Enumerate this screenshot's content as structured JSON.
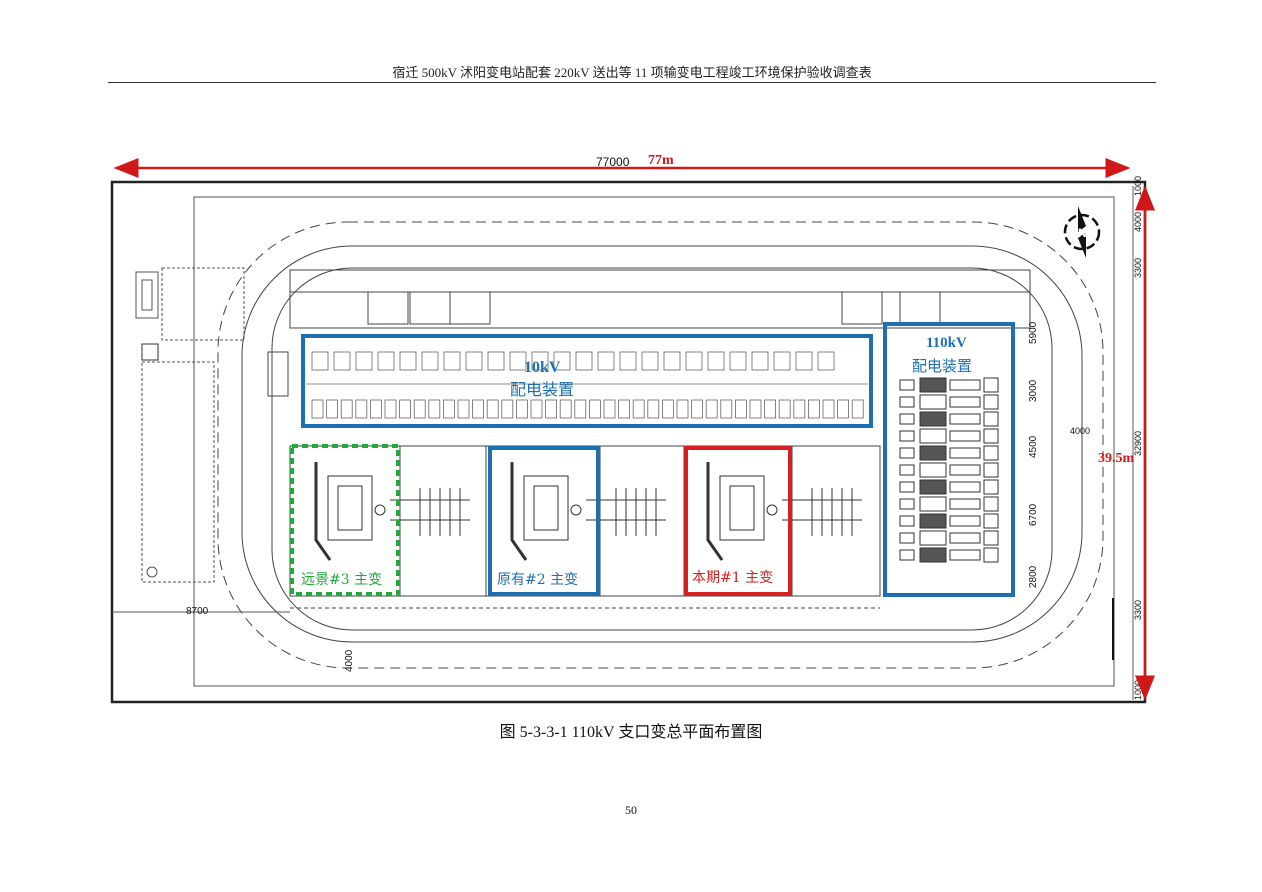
{
  "header": {
    "title": "宿迁 500kV 沭阳变电站配套 220kV 送出等 11 项输变电工程竣工环境保护验收调查表"
  },
  "dimensions": {
    "width_mm": "77000",
    "width_m": "77m",
    "height_m": "39.5m",
    "left_offset": "8700",
    "bottom_offset": "4000",
    "right_mid": "4000",
    "right_total": "32900",
    "right_segments": [
      "1000",
      "4000",
      "3300",
      "3300",
      "1000"
    ],
    "bay_segments": [
      "5900",
      "3000",
      "4500",
      "6700",
      "2800"
    ]
  },
  "labels": {
    "dist_10kv_line1": "10kV",
    "dist_10kv_line2": "配电装置",
    "dist_110kv_line1": "110kV",
    "dist_110kv_line2": "配电装置",
    "tx3": "远景#3 主变",
    "tx2": "原有#2 主变",
    "tx1": "本期#1 主变"
  },
  "compass": {
    "label": "N"
  },
  "colors": {
    "dimension_red": "#d01818",
    "blue_frame": "#1e6fb2",
    "green_frame": "#1faa3a",
    "red_frame": "#d42020",
    "line": "#333333"
  },
  "caption": "图 5-3-3-1 110kV 支口变总平面布置图",
  "page_number": "50"
}
